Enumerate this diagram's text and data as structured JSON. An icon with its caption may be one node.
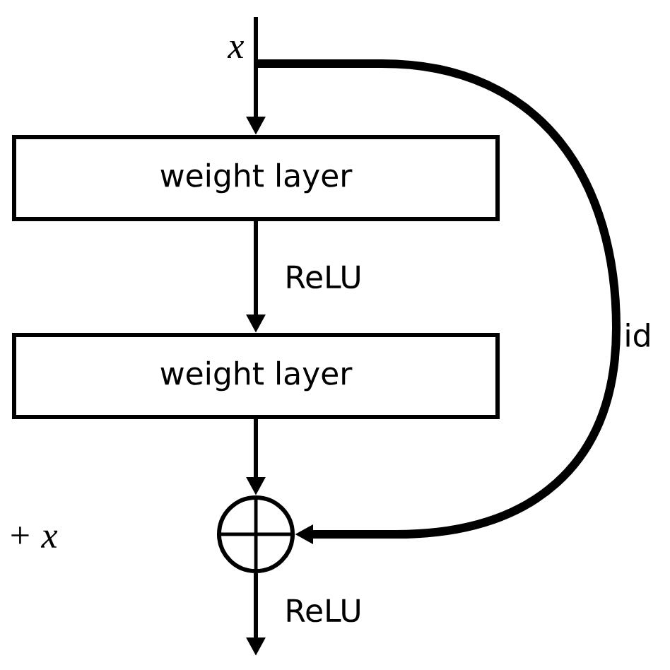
{
  "diagram": {
    "nodes": [
      {
        "text": [
          "weight layer"
        ]
      },
      {
        "text": [
          "weight layer"
        ]
      },
      {
        "text": [],
        "shape": "circle"
      }
    ],
    "edges": [
      {
        "from": null,
        "to": 0,
        "arrow": "to",
        "label": "x"
      },
      {
        "from": 0,
        "to": 1,
        "arrow": "to",
        "label": "ReLU"
      },
      {
        "from": 1,
        "to": 2,
        "arrow": "to"
      },
      {
        "from": 2,
        "to": null,
        "arrow": "to",
        "label": "ReLU"
      },
      {
        "from": null,
        "to": 2,
        "arrow": "to",
        "label": "id",
        "style": "thick"
      }
    ],
    "labels": [
      "+ x"
    ]
  }
}
